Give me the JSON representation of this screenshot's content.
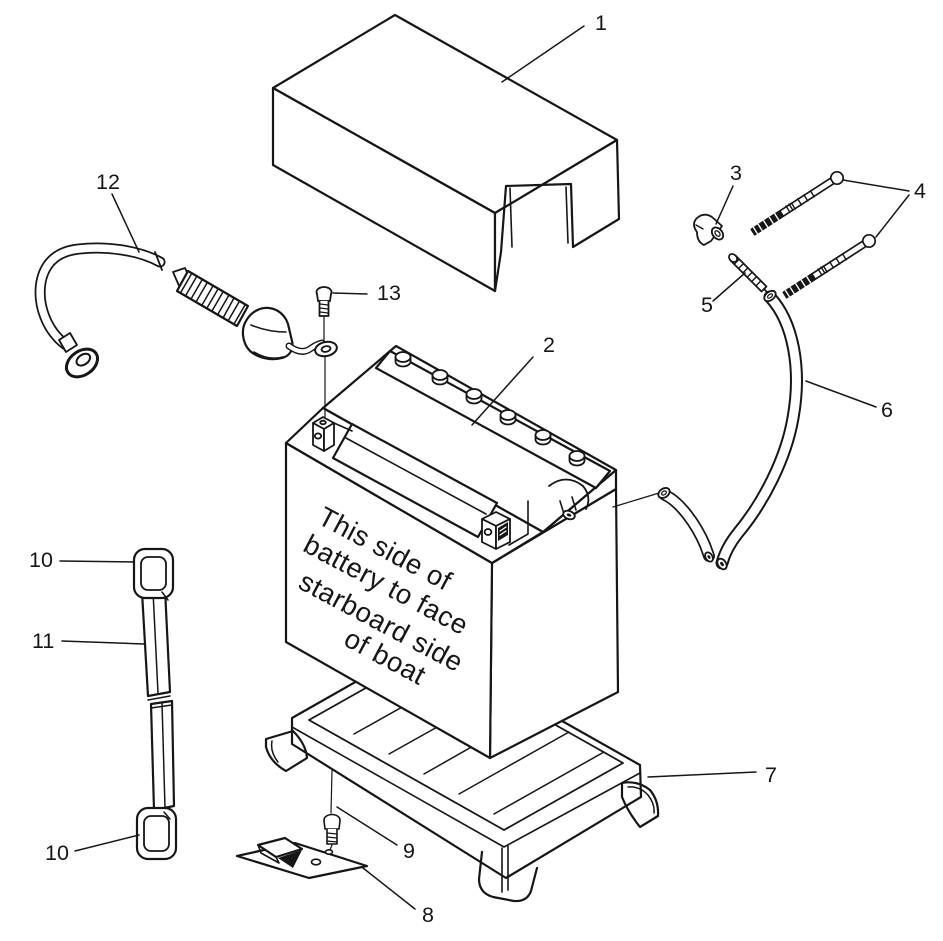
{
  "figure": {
    "battery_note_lines": [
      "This side of",
      "battery to face",
      "starboard side",
      "of boat"
    ],
    "callouts": [
      {
        "ref": "1"
      },
      {
        "ref": "2"
      },
      {
        "ref": "3"
      },
      {
        "ref": "4"
      },
      {
        "ref": "5"
      },
      {
        "ref": "6"
      },
      {
        "ref": "7"
      },
      {
        "ref": "8"
      },
      {
        "ref": "9"
      },
      {
        "ref": "10"
      },
      {
        "ref": "11"
      },
      {
        "ref": "10"
      },
      {
        "ref": "12"
      },
      {
        "ref": "13"
      }
    ]
  },
  "colors": {
    "ink": "#161616",
    "paper": "#ffffff"
  }
}
